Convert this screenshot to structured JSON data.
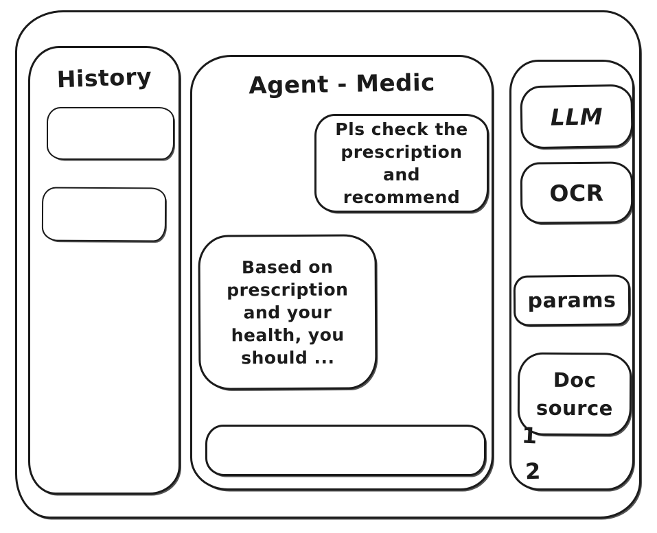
{
  "window": {
    "background": "#ffffff",
    "ink": "#1b1b1b"
  },
  "sidebar": {
    "title": "History",
    "items": [
      {
        "label": ""
      },
      {
        "label": ""
      }
    ]
  },
  "chat": {
    "title": "Agent - Medic",
    "messages": [
      {
        "role": "user",
        "text": "Pls check the prescription and recommend"
      },
      {
        "role": "agent",
        "text": "Based on prescription and your health, you should ..."
      }
    ],
    "input": {
      "value": "",
      "placeholder": ""
    }
  },
  "tools": {
    "buttons": [
      {
        "id": "llm",
        "label": "LLM"
      },
      {
        "id": "ocr",
        "label": "OCR"
      },
      {
        "id": "params",
        "label": "params"
      },
      {
        "id": "doc-source",
        "label": "Doc source"
      }
    ],
    "doc_list": [
      "1",
      "2"
    ]
  }
}
